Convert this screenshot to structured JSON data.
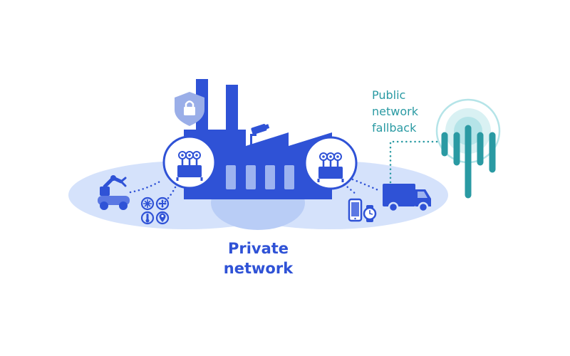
{
  "private_network": {
    "line1": "Private",
    "line2": "network"
  },
  "public_network": {
    "line1": "Public",
    "line2": "network",
    "line3": "fallback"
  },
  "icons": [
    "shield-lock-icon",
    "security-camera-icon",
    "router-icon",
    "robot-arm-icon",
    "sensor-cluster-icon",
    "smartphone-icon",
    "smartwatch-icon",
    "delivery-truck-icon",
    "cell-tower-icon"
  ],
  "colors": {
    "primary": "#2f52d6",
    "ellipse": "#d5e2fb",
    "ellipse_overlap": "#b9cdf6",
    "accent_teal": "#2a9aa3",
    "light_teal": "#b5e4e8",
    "window": "#9db3f0",
    "shield": "#9aaee8",
    "icon_fill": "#5b78e3"
  }
}
